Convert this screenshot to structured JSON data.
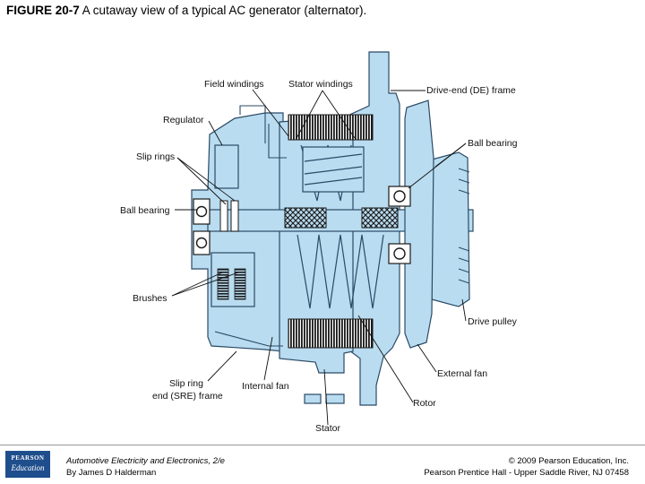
{
  "figure": {
    "number": "FIGURE 20-7",
    "caption": "A cutaway view of a typical AC generator (alternator)."
  },
  "labels": {
    "field_windings": "Field windings",
    "stator_windings": "Stator windings",
    "drive_end_frame": "Drive-end (DE) frame",
    "regulator": "Regulator",
    "slip_rings": "Slip rings",
    "ball_bearing_right": "Ball bearing",
    "ball_bearing_left": "Ball bearing",
    "brushes": "Brushes",
    "drive_pulley": "Drive pulley",
    "external_fan": "External fan",
    "slip_ring_frame_line1": "Slip ring",
    "slip_ring_frame_line2": "end (SRE) frame",
    "internal_fan": "Internal fan",
    "rotor": "Rotor",
    "stator": "Stator"
  },
  "footer": {
    "logo_line1": "PEARSON",
    "logo_line2": "Education",
    "book_title": "Automotive Electricity and Electronics, 2/e",
    "book_author": "By James D Halderman",
    "copyright": "© 2009 Pearson Education, Inc.",
    "publisher": "Pearson Prentice Hall - Upper Saddle River, NJ 07458"
  },
  "colors": {
    "housing": "#b9dcf0",
    "housing_edge": "#2b4a66",
    "winding": "#1a1a1a",
    "pearson_blue": "#1f4e8c"
  }
}
